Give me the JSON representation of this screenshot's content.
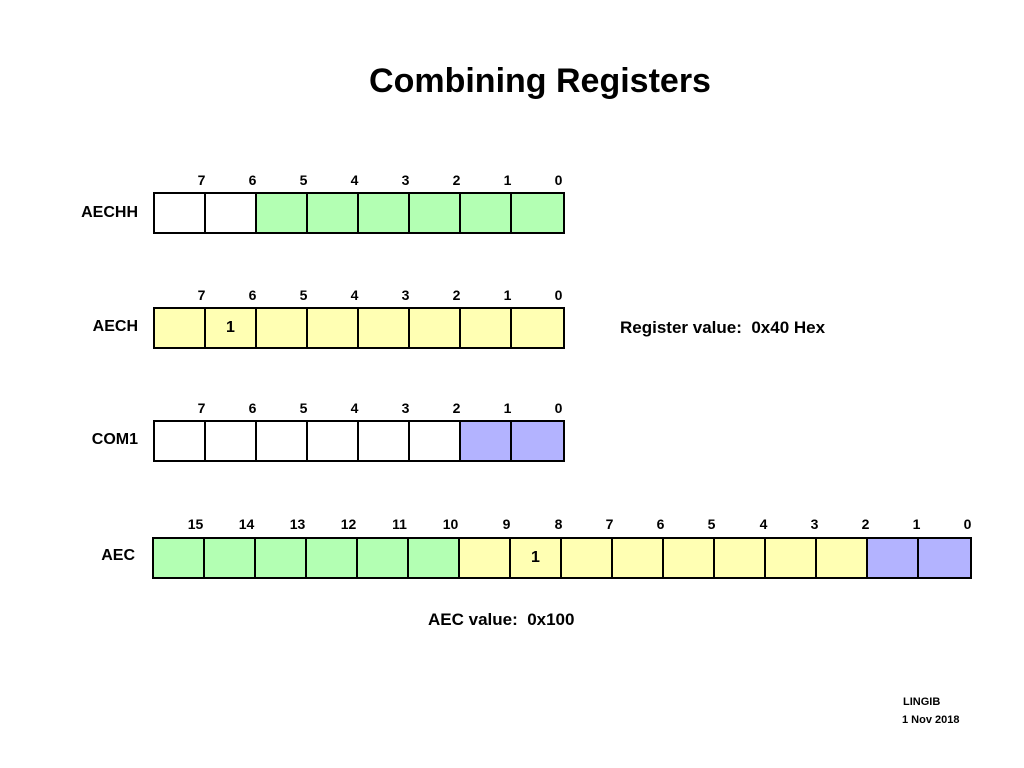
{
  "title": "Combining Registers",
  "colors": {
    "empty": "#ffffff",
    "green": "#b3ffb3",
    "yellow": "#ffffb3",
    "blue": "#b3b3ff"
  },
  "registers": [
    {
      "name": "AECHH",
      "bits": [
        "7",
        "6",
        "5",
        "4",
        "3",
        "2",
        "1",
        "0"
      ],
      "cell_colors": [
        "empty",
        "empty",
        "green",
        "green",
        "green",
        "green",
        "green",
        "green"
      ],
      "values": [
        "",
        "",
        "",
        "",
        "",
        "",
        "",
        ""
      ]
    },
    {
      "name": "AECH",
      "bits": [
        "7",
        "6",
        "5",
        "4",
        "3",
        "2",
        "1",
        "0"
      ],
      "cell_colors": [
        "yellow",
        "yellow",
        "yellow",
        "yellow",
        "yellow",
        "yellow",
        "yellow",
        "yellow"
      ],
      "values": [
        "",
        "1",
        "",
        "",
        "",
        "",
        "",
        ""
      ]
    },
    {
      "name": "COM1",
      "bits": [
        "7",
        "6",
        "5",
        "4",
        "3",
        "2",
        "1",
        "0"
      ],
      "cell_colors": [
        "empty",
        "empty",
        "empty",
        "empty",
        "empty",
        "empty",
        "blue",
        "blue"
      ],
      "values": [
        "",
        "",
        "",
        "",
        "",
        "",
        "",
        ""
      ]
    },
    {
      "name": "AEC",
      "bits": [
        "15",
        "14",
        "13",
        "12",
        "11",
        "10",
        "9",
        "8",
        "7",
        "6",
        "5",
        "4",
        "3",
        "2",
        "1",
        "0"
      ],
      "cell_colors": [
        "green",
        "green",
        "green",
        "green",
        "green",
        "green",
        "yellow",
        "yellow",
        "yellow",
        "yellow",
        "yellow",
        "yellow",
        "yellow",
        "yellow",
        "blue",
        "blue"
      ],
      "values": [
        "",
        "",
        "",
        "",
        "",
        "",
        "",
        "1",
        "",
        "",
        "",
        "",
        "",
        "",
        "",
        ""
      ]
    }
  ],
  "register_value_note": "Register value:  0x40 Hex",
  "aec_value_note": "AEC value:  0x100",
  "footer": {
    "author": "LINGIB",
    "date": "1 Nov 2018"
  }
}
